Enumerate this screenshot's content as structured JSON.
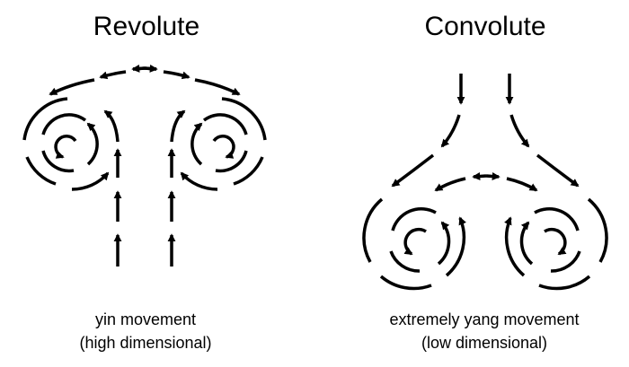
{
  "panels": {
    "left": {
      "title": "Revolute",
      "caption_line1": "yin movement",
      "caption_line2": "(high dimensional)"
    },
    "right": {
      "title": "Convolute",
      "caption_line1": "extremely yang movement",
      "caption_line2": "(low dimensional)"
    }
  },
  "colors": {
    "stroke": "#000000",
    "background": "#ffffff"
  }
}
